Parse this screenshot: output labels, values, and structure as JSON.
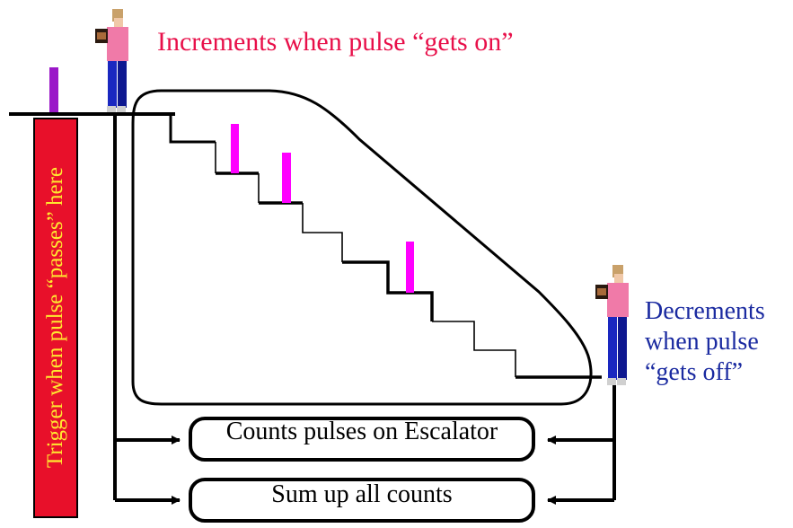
{
  "labels": {
    "increments": "Increments when pulse “gets on”",
    "decrements_lines": [
      "Decrements",
      "when pulse",
      "“gets off”"
    ],
    "trigger": "Trigger when pulse “passes” here",
    "counter_box": "Counts pulses on Escalator",
    "sum_box": "Sum up all counts"
  },
  "icons": {
    "person_top": "person-with-camera-icon",
    "person_bottom": "person-with-camera-icon"
  },
  "colors": {
    "increments_text": "#e8104a",
    "decrements_text": "#1a2aa0",
    "trigger_bar": "#e8102a",
    "trigger_text": "#ffe830",
    "pulse_magenta": "#ff00ff",
    "pulse_purple": "#9a18c8"
  }
}
